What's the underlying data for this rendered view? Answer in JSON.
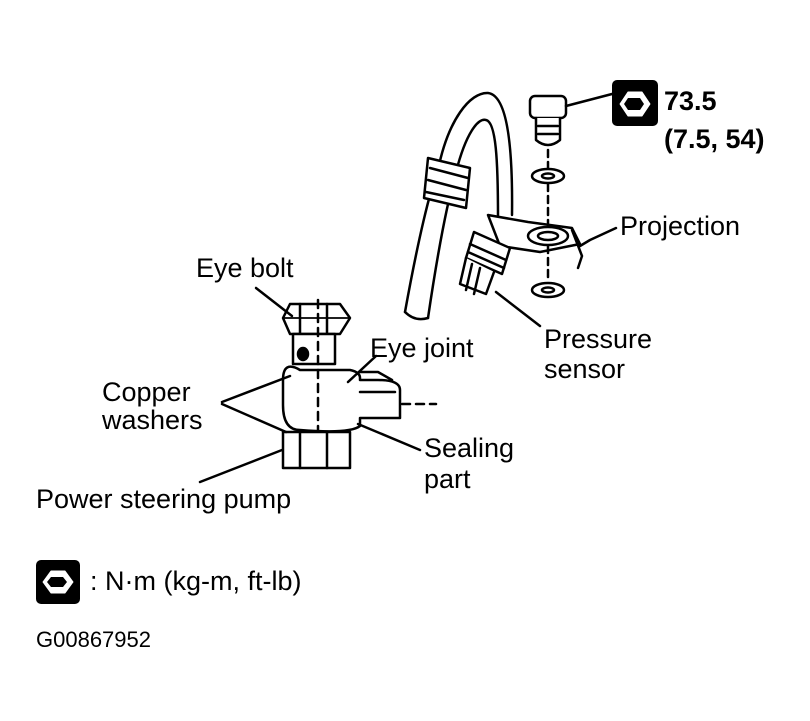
{
  "labels": {
    "torque_value": "73.5",
    "torque_alt": "(7.5, 54)",
    "projection": "Projection",
    "eye_bolt": "Eye bolt",
    "pressure_1": "Pressure",
    "pressure_2": "sensor",
    "eye_joint": "Eye joint",
    "copper_1": "Copper",
    "copper_2": "washers",
    "sealing_1": "Sealing",
    "sealing_2": "part",
    "pump": "Power steering pump",
    "legend_units": ": N·m (kg-m, ft-lb)",
    "figure_id": "G00867952"
  },
  "icons": {
    "torque_icon": "wrench-icon",
    "legend_icon": "wrench-icon"
  }
}
